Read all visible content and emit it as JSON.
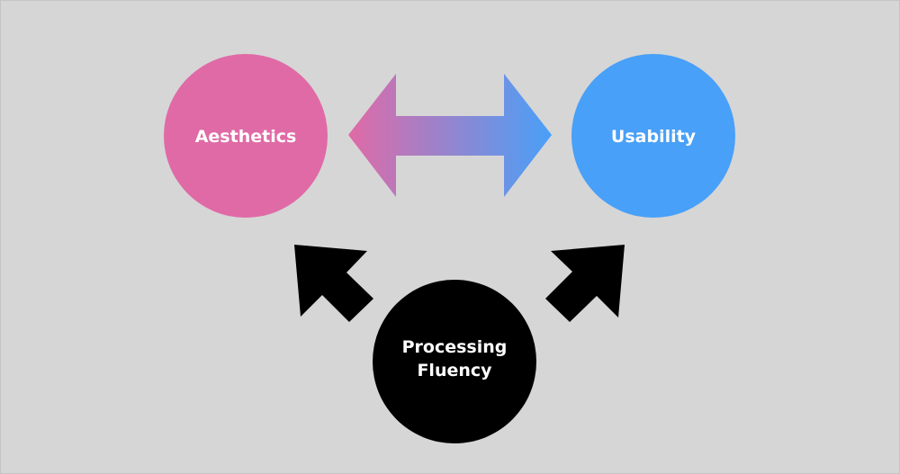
{
  "diagram": {
    "background": "#d6d6d6",
    "nodes": [
      {
        "id": "aesthetics",
        "label": "Aesthetics",
        "color": "#e06aa6"
      },
      {
        "id": "usability",
        "label": "Usability",
        "color": "#48a0f8"
      },
      {
        "id": "fluency",
        "label_lines": [
          "Processing",
          "Fluency"
        ],
        "color": "#000000"
      }
    ],
    "edges": [
      {
        "from": "aesthetics",
        "to": "usability",
        "type": "bidirectional",
        "gradient": [
          "#e06aa6",
          "#48a0f8"
        ]
      },
      {
        "from": "fluency",
        "to": "aesthetics",
        "type": "directed",
        "color": "#000000"
      },
      {
        "from": "fluency",
        "to": "usability",
        "type": "directed",
        "color": "#000000"
      }
    ]
  }
}
